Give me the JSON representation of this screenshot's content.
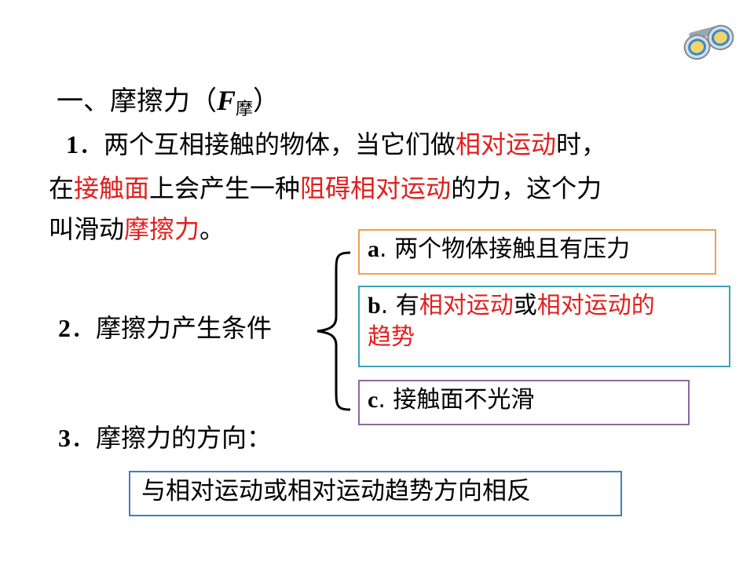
{
  "title": {
    "prefix": "一、摩擦力（",
    "symbol": "F",
    "subscript": "摩",
    "suffix": "）"
  },
  "item1": {
    "num": "1",
    "line1_a": "．两个互相接触的物体，当它们做",
    "line1_red": "相对运动",
    "line1_b": "时，",
    "line2_a": "在",
    "line2_red1": "接触面",
    "line2_b": "上会产生一种",
    "line2_red2": "阻碍相对运动",
    "line2_c": "的力，这个力",
    "line3_a": "叫滑动",
    "line3_red": "摩擦力",
    "line3_b": "。"
  },
  "item2": {
    "num": "2",
    "label": "．摩擦力产生条件",
    "conditions": {
      "a": {
        "letter": "a",
        "text": ". 两个物体接触且有压力"
      },
      "b": {
        "letter": "b",
        "text1": ". 有",
        "red1": "相对运动",
        "text2": "或",
        "red2": "相对运动的",
        "red3": "趋势"
      },
      "c": {
        "letter": "c",
        "text": ". 接触面不光滑"
      }
    }
  },
  "item3": {
    "num": "3",
    "label": "．摩擦力的方向：",
    "answer": "与相对运动或相对运动趋势方向相反"
  },
  "colors": {
    "red": "#e0201e",
    "box_a": "#f0a050",
    "box_b": "#3aa3b8",
    "box_c": "#8a6aa0",
    "box_answer": "#3f7fb8"
  },
  "icon": "binoculars-icon"
}
